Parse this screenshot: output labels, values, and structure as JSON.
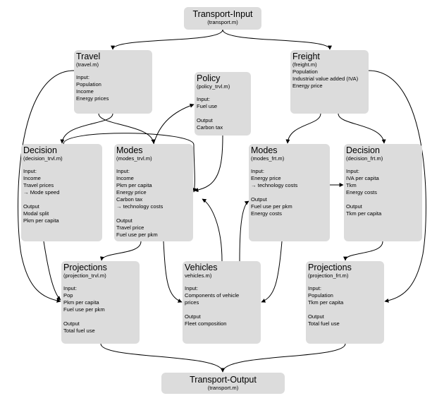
{
  "boxes": {
    "input": {
      "title": "Transport-Input",
      "file": "(transport.m)"
    },
    "output": {
      "title": "Transport-Output",
      "file": "(transport.m)"
    },
    "travel": {
      "title": "Travel",
      "file": "(travel.m)",
      "body": "Input:\nPopulation\nIncome\nEnergy prices"
    },
    "freight": {
      "title": "Freight",
      "file": "(freight.m)",
      "body": "Population\nIndustrial value added (IVA)\nEnergy price"
    },
    "policy": {
      "title": "Policy",
      "file": "(policy_trvl.m)",
      "body": "Input:\nFuel use\n\nOutput\nCarbon tax"
    },
    "decision_trvl": {
      "title": "Decision",
      "file": "(decision_trvl.m)",
      "body": "Input:\nIncome\nTravel prices\n→ Mode speed\n\nOutput\nModal split\nPkm per capita"
    },
    "modes_trvl": {
      "title": "Modes",
      "file": "(modes_trvl.m)",
      "body": "Input:\nIncome\nPkm per capita\nEnergy price\nCarbon tax\n→ technology costs\n\nOutput\nTravel price\nFuel use per pkm"
    },
    "modes_frt": {
      "title": "Modes",
      "file": "(modes_frt.m)",
      "body": "Input:\nEnergy price\n→ technology costs\n\nOutput\nFuel use per pkm\nEnergy costs"
    },
    "decision_frt": {
      "title": "Decision",
      "file": "(decision_frt.m)",
      "body": "Input:\nIVA per capita\nTkm\nEnergy costs\n\nOutput\nTkm per capita"
    },
    "projection_trvl": {
      "title": "Projections",
      "file": "(projection_trvl.m)",
      "body": "Input:\nPop\nPkm per capita\nFuel use per pkm\n\nOutput\nTotal fuel use"
    },
    "vehicles": {
      "title": "Vehicles",
      "file": "vehicles.m)",
      "body": "Input:\nComponents of vehicle\nprices\n\nOutput\nFleet composition"
    },
    "projection_frt": {
      "title": "Projections",
      "file": "(projection_frt.m)",
      "body": "Input:\nPopulation\nTkm per capita\n\nOutput\nTotal fuel use"
    }
  },
  "colors": {
    "box_fill": "#dcdcdc",
    "arrow": "#000000"
  }
}
